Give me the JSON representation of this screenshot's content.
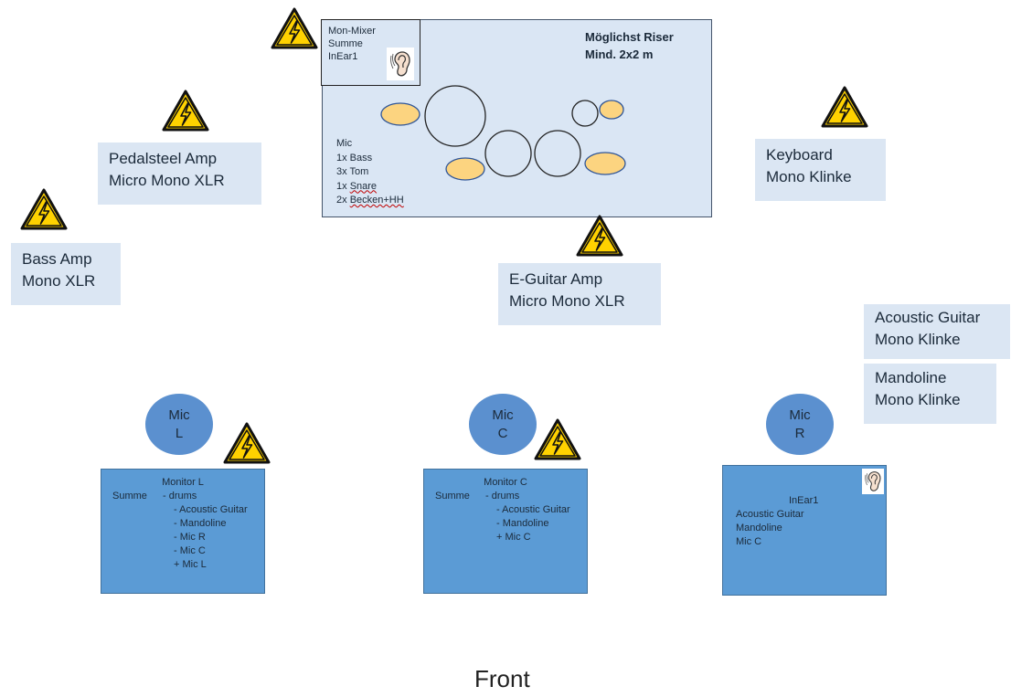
{
  "stage_riser": {
    "headline": [
      "Möglichst Riser",
      "Mind. 2x2 m"
    ],
    "mon_mixer": [
      "Mon-Mixer",
      "Summe",
      "InEar1"
    ],
    "drum_mics": [
      "Mic",
      "1x Bass",
      "3x Tom",
      "1x Snare",
      "2x Becken+HH"
    ]
  },
  "amps": {
    "pedalsteel": [
      "Pedalsteel Amp",
      "Micro Mono XLR"
    ],
    "bass": [
      "Bass Amp",
      "Mono XLR"
    ],
    "keyboard": [
      "Keyboard",
      "Mono Klinke"
    ],
    "e_guitar": [
      "E-Guitar Amp",
      "Micro Mono XLR"
    ],
    "acoustic_guitar": [
      "Acoustic Guitar",
      "Mono Klinke"
    ],
    "mandoline": [
      "Mandoline",
      "Mono Klinke"
    ]
  },
  "mics": {
    "left": [
      "Mic",
      "L"
    ],
    "center": [
      "Mic",
      "C"
    ],
    "right": [
      "Mic",
      "R"
    ]
  },
  "monitors": {
    "left": {
      "title": "Monitor L",
      "label": "Summe",
      "items": [
        "- drums",
        "- Acoustic Guitar",
        "- Mandoline",
        "- Mic R",
        "- Mic C",
        "+ Mic L"
      ]
    },
    "center": {
      "title": "Monitor C",
      "label": "Summe",
      "items": [
        "- drums",
        "- Acoustic Guitar",
        "- Mandoline",
        "+ Mic C"
      ]
    },
    "right": {
      "title": "InEar1",
      "items": [
        "Acoustic Guitar",
        "Mandoline",
        "Mic C"
      ]
    }
  },
  "front_label": "Front",
  "icons": {
    "power": "high-voltage-warning-icon",
    "in_ear": "ear-icon"
  },
  "colors": {
    "riser_fill": "#dae6f4",
    "label_box_fill": "#dbe6f3",
    "drum_fill": "#fcd480",
    "mic_fill": "#5b90cf",
    "monitor_fill": "#5b9bd5",
    "warning_yellow": "#ffd200"
  }
}
